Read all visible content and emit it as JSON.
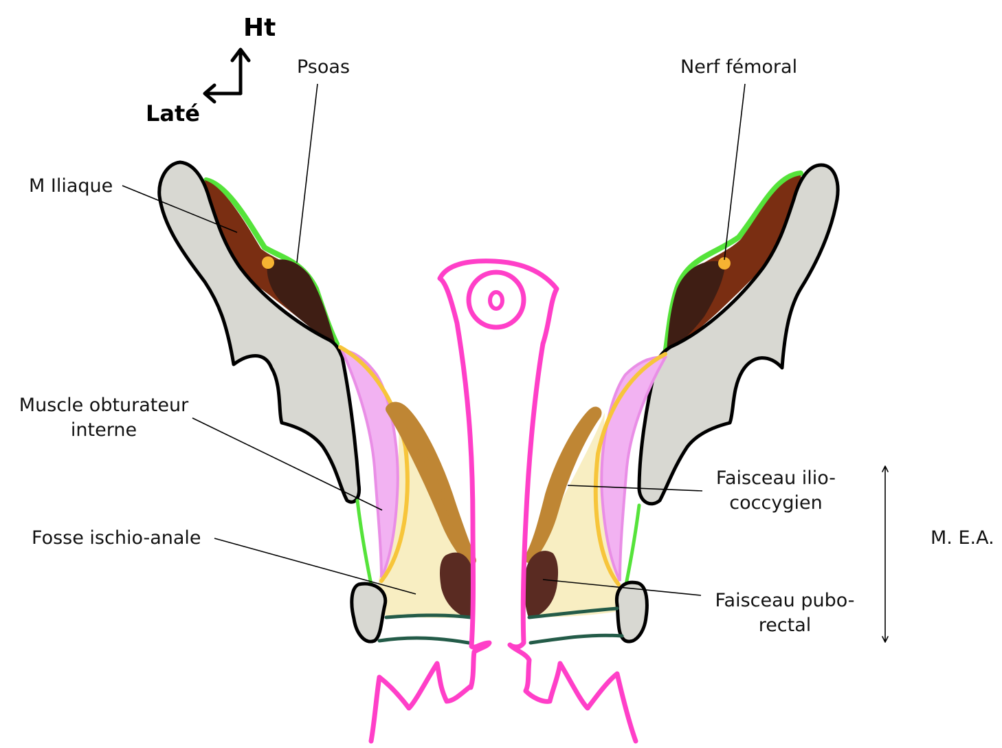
{
  "orientation": {
    "up_label": "Ht",
    "lateral_label": "Laté"
  },
  "labels": {
    "psoas": "Psoas",
    "nerf_femoral": "Nerf fémoral",
    "m_iliaque": "M Iliaque",
    "obturateur_line1": "Muscle obturateur",
    "obturateur_line2": "interne",
    "fosse": "Fosse ischio-anale",
    "ilio_line1": "Faisceau ilio-",
    "ilio_line2": "coccygien",
    "pubo_line1": "Faisceau pubo-",
    "pubo_line2": "rectal",
    "mea": "M. E.A."
  },
  "colors": {
    "bone": "#d8d8d2",
    "iliac_muscle": "#7a2e12",
    "psoas_muscle": "#3f1e14",
    "fascia_green": "#55e33a",
    "nerve": "#f6b332",
    "obturator": "#f2b2f2",
    "obturator_fascia": "#f7c53b",
    "ischio_anal_fat": "#f8eec2",
    "iliococcygeal": "#bf8634",
    "puborectal": "#5a2b22",
    "rectum_outline": "#ff3fc8",
    "perineal_membrane": "#235b48"
  }
}
